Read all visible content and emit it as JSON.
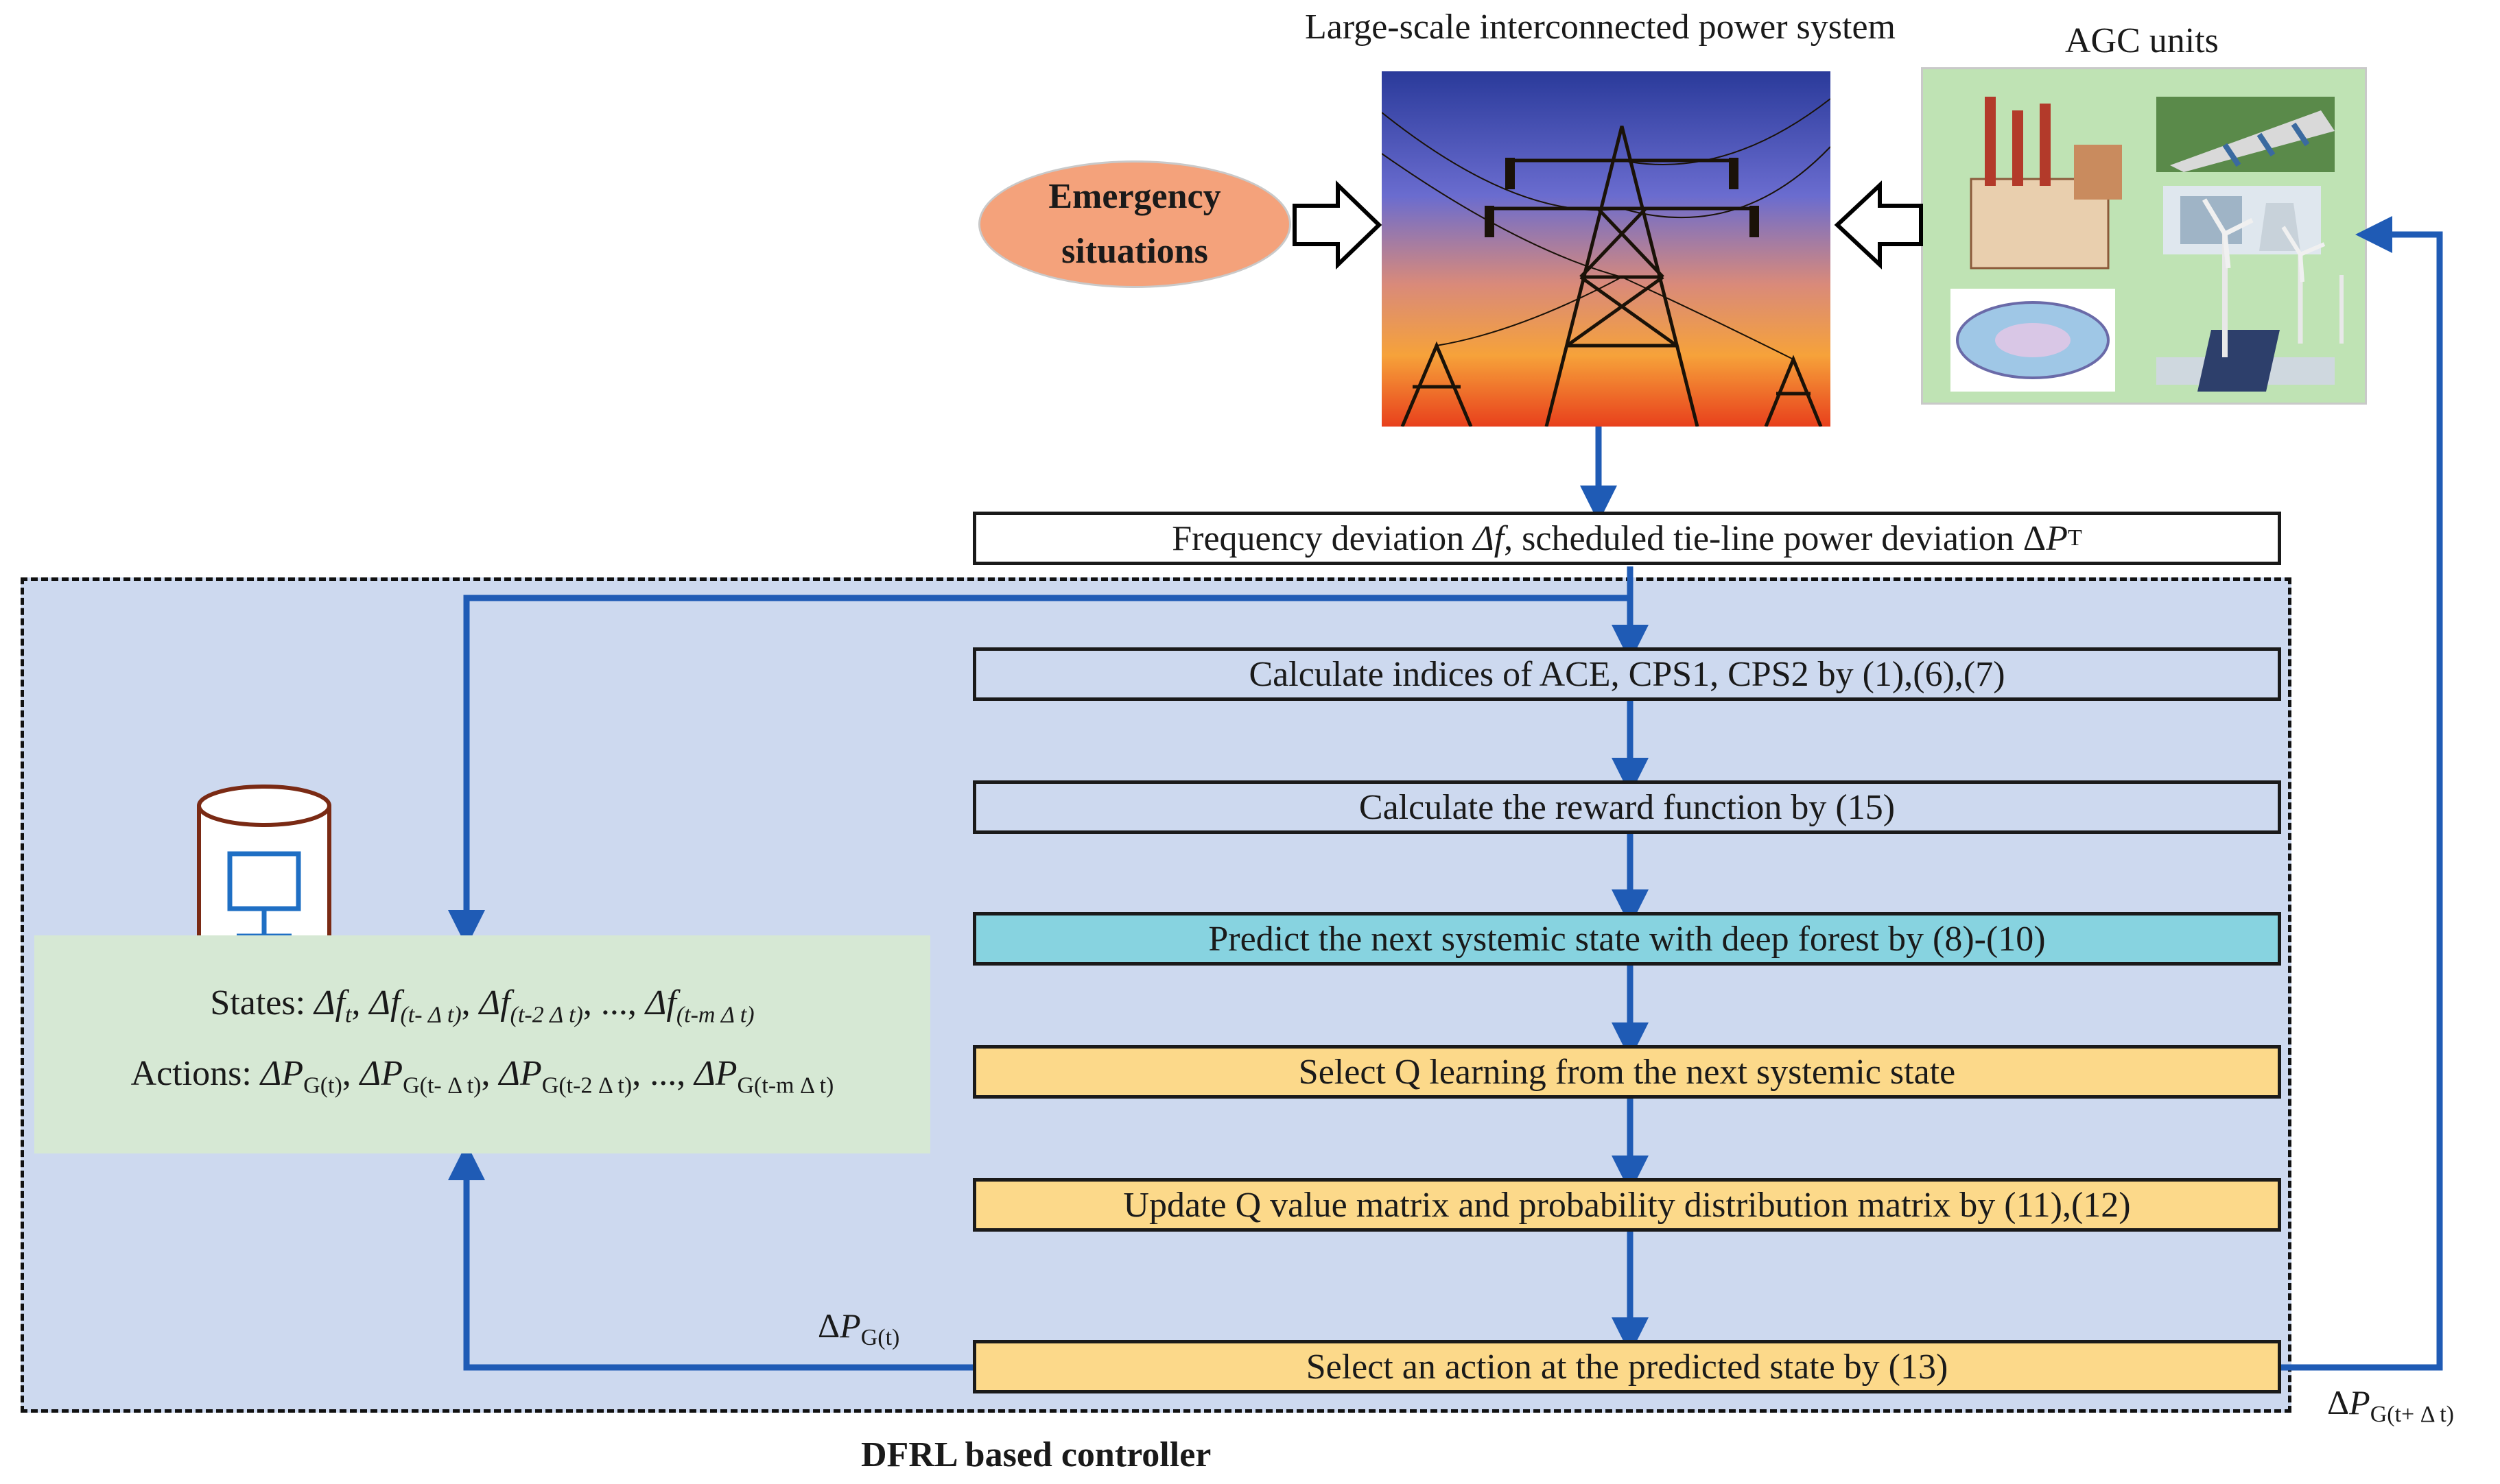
{
  "titles": {
    "power_system": "Large-scale interconnected power system",
    "agc_units": "AGC units",
    "controller": "DFRL based controller"
  },
  "emergency": {
    "line1": "Emergency",
    "line2": "situations"
  },
  "measurement": {
    "prefix": "Frequency deviation ",
    "var_f": "Δf",
    "middle": ", scheduled tie-line power deviation Δ",
    "var_p": "P",
    "sub_p": "T"
  },
  "steps": [
    {
      "label": "Calculate indices of ACE, CPS1, CPS2 by (1),(6),(7)",
      "fill": "#cdd9ef"
    },
    {
      "label": "Calculate the reward function by (15)",
      "fill": "#cdd9ef"
    },
    {
      "label": "Predict the next systemic state with deep forest by (8)-(10)",
      "fill": "#87d3e0"
    },
    {
      "label": "Select Q learning from the next systemic state",
      "fill": "#fcd98a"
    },
    {
      "label": "Update Q value matrix and probability distribution matrix by (11),(12)",
      "fill": "#fcd98a"
    },
    {
      "label": "Select an action at the predicted state by (13)",
      "fill": "#fcd98a"
    }
  ],
  "states": {
    "prefix": "States:",
    "items": [
      "Δf",
      "t",
      "Δf",
      "(t- Δ t)",
      "Δf",
      "(t-2 Δ t)",
      "...",
      "Δf",
      "(t-m Δ t)"
    ]
  },
  "actions": {
    "prefix": "Actions:",
    "items": [
      "ΔP",
      "G(t)",
      "ΔP",
      "G(t- Δ t)",
      "ΔP",
      "G(t-2 Δ t)",
      "...",
      "ΔP",
      "G(t-m Δ t)"
    ]
  },
  "signals": {
    "action_out": {
      "delta": "Δ",
      "var": "P",
      "sub": "G(t)"
    },
    "action_feedback": {
      "delta": "Δ",
      "var": "P",
      "sub": "G(t+ Δ t)"
    }
  },
  "colors": {
    "arrow": "#1f5bb5",
    "controller_fill": "#cdd9ef",
    "state_panel_fill": "#d6e8d4",
    "emergency_fill": "#f4a27b",
    "agc_fill": "#bfe3b4"
  },
  "icons": [
    "database-computer-icon",
    "transmission-tower-photo",
    "thermal-plant-icon",
    "hydro-dam-icon",
    "nuclear-plant-icon",
    "wind-solar-icon",
    "circular-plant-icon"
  ]
}
